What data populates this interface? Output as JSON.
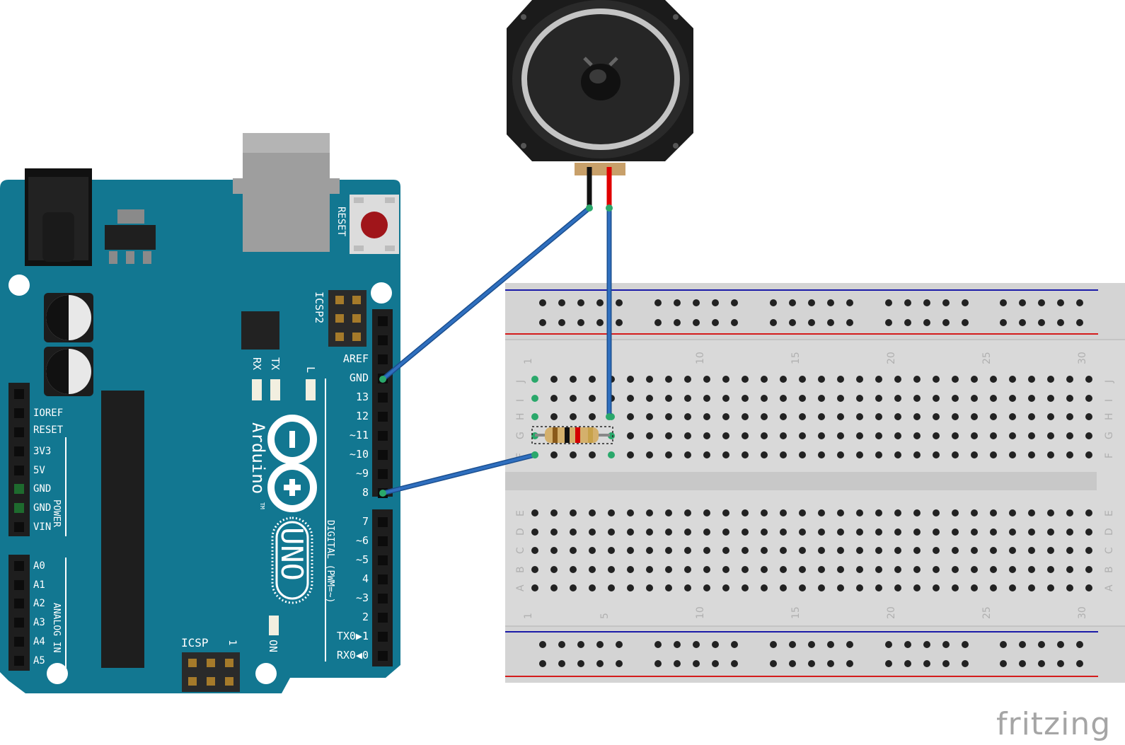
{
  "branding": {
    "logo": "fritzing"
  },
  "arduino": {
    "reset_label": "RESET",
    "icsp2_label": "ICSP2",
    "icsp_label": "ICSP",
    "icsp_pin1": "1",
    "led_labels": {
      "rx": "RX",
      "tx": "TX",
      "l": "L"
    },
    "on_label": "ON",
    "brand_name": "Arduino",
    "model": "UNO",
    "tm": "TM",
    "right_header_top": [
      "AREF",
      "GND",
      "13",
      "12",
      "~11",
      "~10",
      "~9",
      "8"
    ],
    "right_header_bottom": [
      "7",
      "~6",
      "~5",
      "4",
      "~3",
      "2",
      "TX0▶1",
      "RX0◀0"
    ],
    "digital_label": "DIGITAL (PWM=~)",
    "power_pins": [
      "IOREF",
      "RESET",
      "3V3",
      "5V",
      "GND",
      "GND",
      "VIN"
    ],
    "power_label": "POWER",
    "analog_pins": [
      "A0",
      "A1",
      "A2",
      "A3",
      "A4",
      "A5"
    ],
    "analog_label": "ANALOG IN"
  },
  "breadboard": {
    "top_numbers": [
      "1",
      "10",
      "15",
      "20",
      "25",
      "30"
    ],
    "bottom_numbers": [
      "1",
      "5",
      "10",
      "15",
      "20",
      "25",
      "30"
    ],
    "top_row_letters": [
      "J",
      "I",
      "H",
      "G",
      "F"
    ],
    "bottom_row_letters": [
      "E",
      "D",
      "C",
      "B",
      "A"
    ],
    "columns": 30
  },
  "components": {
    "speaker": "speaker",
    "resistor_bands": [
      "#8a5a1a",
      "#111111",
      "#d40000",
      "#c8a24a"
    ]
  },
  "colors": {
    "board": "#127791",
    "wire": "#2f6fbf",
    "wire_edge": "#1b4f8f",
    "rail_blue": "#1a1aa8",
    "rail_red": "#d41c1c",
    "highlight": "#2aa86b"
  }
}
